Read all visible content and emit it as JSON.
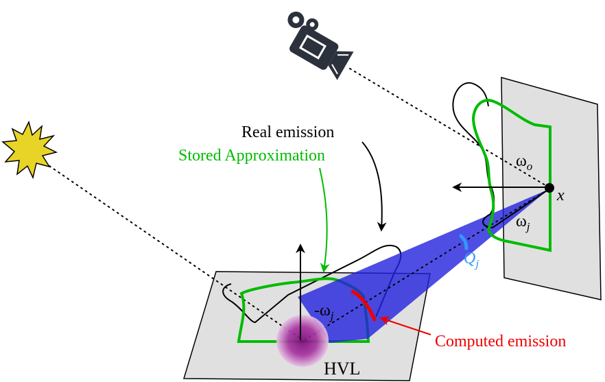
{
  "labels": {
    "real_emission": "Real emission",
    "stored_approximation": "Stored Approximation",
    "computed_emission": "Computed emission",
    "hvl": "HVL",
    "x_point": "x",
    "omega": "ω",
    "omega_o_sub": "o",
    "omega_j_sub": "j",
    "neg_omega": "-ω",
    "neg_omega_sub": "j",
    "q": "Q",
    "q_sub": "j"
  },
  "colors": {
    "real_emission": "#000000",
    "stored_approximation": "#00bb00",
    "computed_emission": "#ee0000",
    "cone": "#2222dd",
    "q_arc": "#3399ff",
    "plane": "#e0e0e0",
    "hvl_sphere": "#9a2a9a",
    "sun": "#e8d427",
    "camera": "#2b323c"
  },
  "icons": [
    "sun-icon",
    "camera-icon"
  ]
}
